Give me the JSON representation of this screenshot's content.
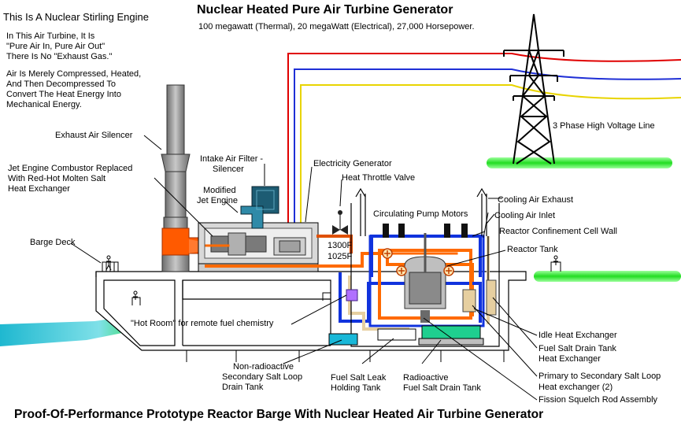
{
  "header": {
    "title": "Nuclear Heated Pure Air Turbine Generator",
    "subtitle": "100 megawatt (Thermal), 20 megaWatt (Electrical), 27,000 Horsepower.",
    "footer_title": "Proof-Of-Performance Prototype Reactor Barge With Nuclear Heated Air Turbine Generator"
  },
  "intro": {
    "heading": "This Is A Nuclear Stirling Engine",
    "para1": [
      "In This Air Turbine, It Is",
      "\"Pure Air In, Pure Air Out\"",
      "There Is No \"Exhaust Gas.\""
    ],
    "para2": [
      "Air Is Merely Compressed, Heated,",
      "And Then Decompressed To",
      "Convert The Heat Energy Into",
      "Mechanical Energy."
    ]
  },
  "labels": {
    "exhaust_silencer": "Exhaust Air Silencer",
    "combustor": [
      "Jet Engine Combustor Replaced",
      "With Red-Hot Molten Salt",
      "Heat Exchanger"
    ],
    "intake_filter": [
      "Intake Air Filter -",
      "Silencer"
    ],
    "modified_jet": [
      "Modified",
      "Jet Engine"
    ],
    "electricity_generator": "Electricity Generator",
    "heat_throttle": "Heat Throttle Valve",
    "power_line": "3 Phase High Voltage Line",
    "cooling_exhaust": "Cooling Air Exhaust",
    "cooling_inlet": "Cooling Air Inlet",
    "pump_motors": "Circulating Pump Motors",
    "confinement": "Reactor Confinement Cell Wall",
    "reactor_tank": "Reactor Tank",
    "barge_deck": "Barge Deck",
    "temp_hot": "1300F",
    "temp_cold": "1025F",
    "hot_room": "\"Hot Room\" for remote fuel chemistry",
    "idle_hx": "Idle Heat Exchanger",
    "drain_hx": [
      "Fuel Salt Drain Tank",
      "Heat Exchanger"
    ],
    "primary_secondary": [
      "Primary to Secondary Salt Loop",
      "Heat exchanger  (2)"
    ],
    "squelch": "Fission Squelch Rod Assembly",
    "secondary_drain": [
      "Non-radioactive",
      "Secondary Salt Loop",
      "Drain Tank"
    ],
    "leak_tank": [
      "Fuel Salt Leak",
      "Holding Tank"
    ],
    "radioactive_drain": [
      "Radioactive",
      "Fuel Salt Drain Tank"
    ]
  },
  "colors": {
    "phase_red": "#e00000",
    "phase_blue": "#1f2fd6",
    "phase_yellow": "#e8d400",
    "grass": "#33dd33",
    "water": "#3fc8d8",
    "hot_salt": "#ff6a00",
    "secondary_loop": "#1133dd",
    "tower": "#000000"
  }
}
